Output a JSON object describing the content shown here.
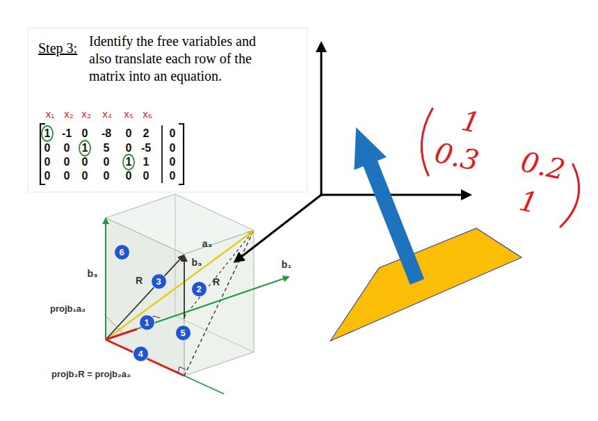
{
  "diagram": {
    "nodes": [
      {
        "text": [
          "6"
        ]
      },
      {
        "text": [
          "3"
        ]
      },
      {
        "text": [
          "2"
        ]
      },
      {
        "text": [
          "1"
        ]
      },
      {
        "text": [
          "5"
        ]
      },
      {
        "text": [
          "4"
        ]
      }
    ],
    "labels": [
      "Step 3:",
      "Identify the free variables and also translate each row of the matrix into an equation.",
      "x₁",
      "x₂",
      "x₃",
      "x₄",
      "x₅",
      "x₆",
      "1",
      "-1",
      "0",
      "-8",
      "0",
      "2",
      "0",
      "0",
      "0",
      "1",
      "5",
      "0",
      "-5",
      "0",
      "0",
      "0",
      "0",
      "0",
      "1",
      "1",
      "0",
      "0",
      "0",
      "0",
      "0",
      "0",
      "0",
      "0",
      "b₃",
      "R",
      "b₃",
      "a₃",
      "R",
      "b₁",
      "projb₁a₃",
      "projb₂R = projb₂a₃",
      "1",
      "0.3",
      "0.2",
      "1"
    ]
  }
}
